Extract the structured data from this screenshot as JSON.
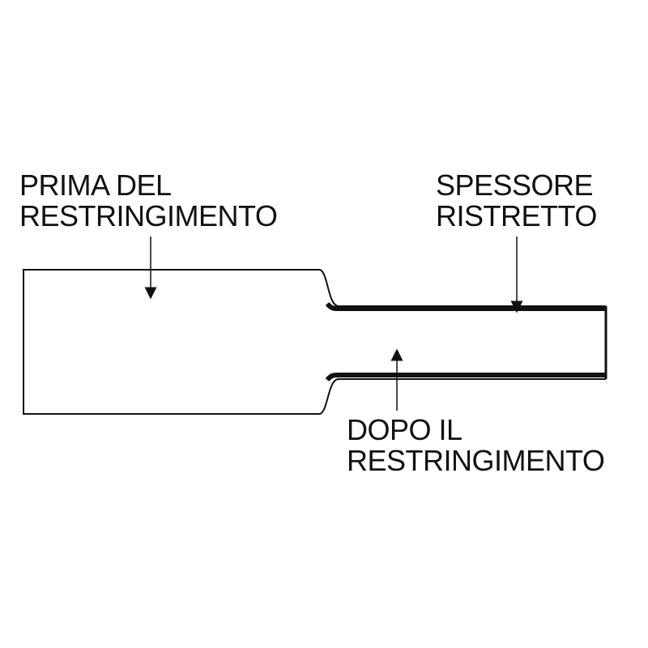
{
  "labels": {
    "before": {
      "line1": "PRIMA DEL",
      "line2": "RESTRINGIMENTO"
    },
    "after": {
      "line1": "DOPO IL",
      "line2": "RESTRINGIMENTO"
    },
    "wall": {
      "line1": "SPESSORE",
      "line2": "RISTRETTO"
    }
  },
  "colors": {
    "ink": "#111111",
    "background": "#ffffff"
  }
}
